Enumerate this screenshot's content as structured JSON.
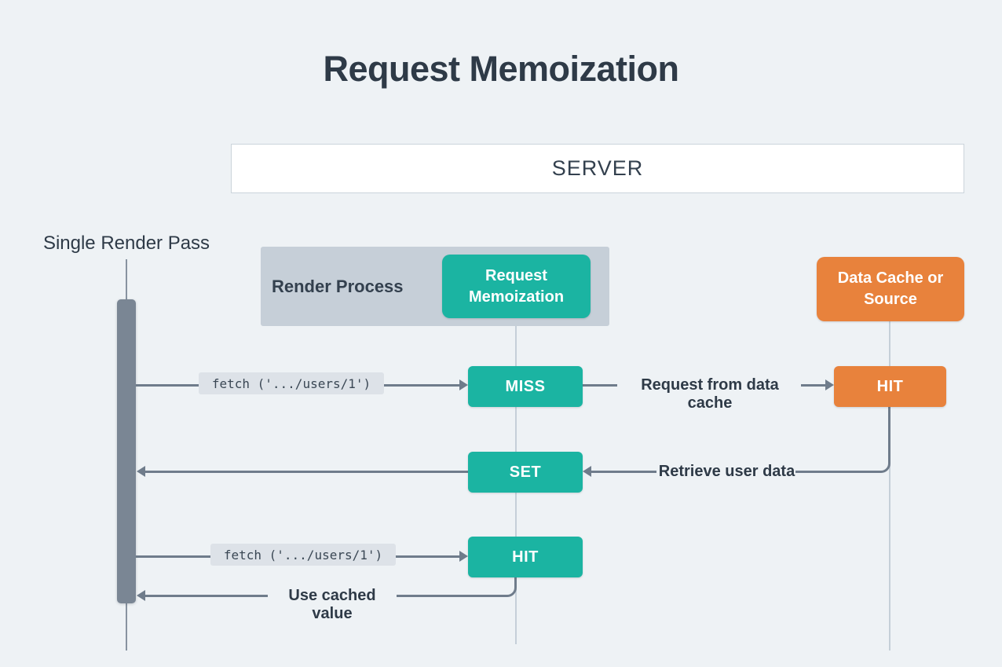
{
  "title": "Request Memoization",
  "server_band": {
    "label": "SERVER"
  },
  "left_lane": {
    "label": "Single Render Pass"
  },
  "render_process": {
    "label": "Render Process",
    "memoization_box": "Request\nMemoization"
  },
  "data_cache": {
    "box_label": "Data Cache or\nSource"
  },
  "sequence": {
    "row1": {
      "fetch_label": "fetch ('.../users/1')",
      "memo_result": "MISS",
      "arrow_label": "Request from data cache",
      "cache_result": "HIT"
    },
    "row2": {
      "memo_result": "SET",
      "arrow_label": "Retrieve user data"
    },
    "row3": {
      "fetch_label": "fetch ('.../users/1')",
      "memo_result": "HIT",
      "arrow_label": "Use cached value"
    }
  },
  "colors": {
    "teal": "#1BB4A2",
    "orange": "#E8823C",
    "background": "#EEF2F5",
    "dark_text": "#2E3A47",
    "arrow": "#6F7C8B",
    "activation_bar": "#7A8694",
    "lifeline": "#C5CFD8",
    "render_panel": "#C6CFD8",
    "pill_background": "#DDE2E8"
  }
}
